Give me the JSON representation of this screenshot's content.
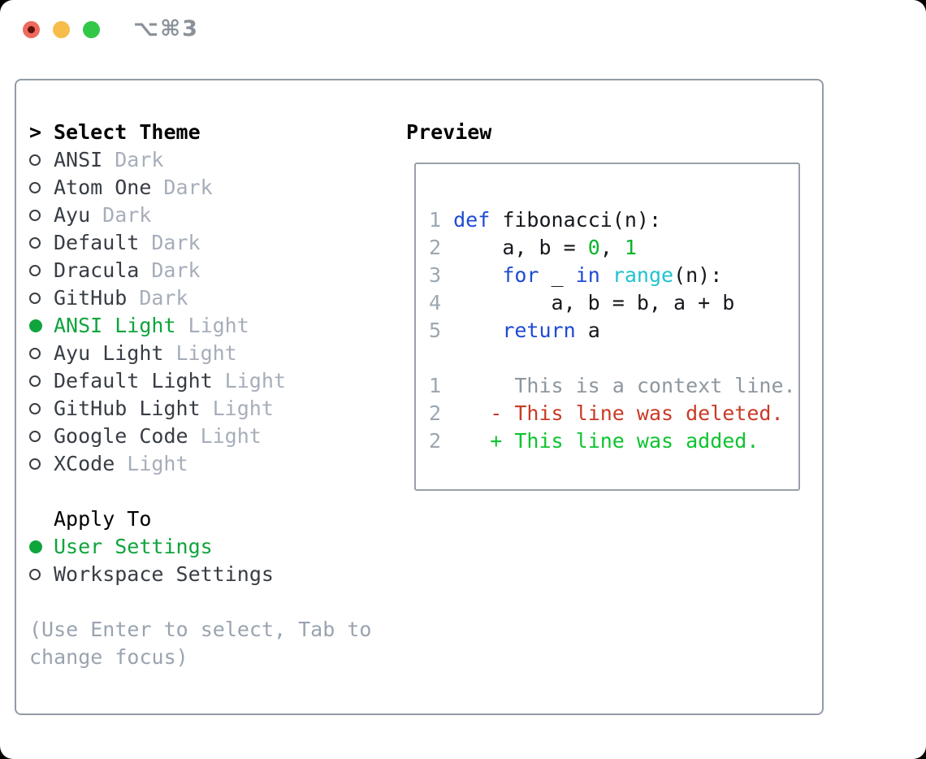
{
  "window": {
    "title_shortcut": "⌥⌘3"
  },
  "theme_list": {
    "prompt": ">",
    "heading": "Select Theme",
    "items": [
      {
        "name": "ANSI",
        "tag": "Dark",
        "selected": false
      },
      {
        "name": "Atom One",
        "tag": "Dark",
        "selected": false
      },
      {
        "name": "Ayu",
        "tag": "Dark",
        "selected": false
      },
      {
        "name": "Default",
        "tag": "Dark",
        "selected": false
      },
      {
        "name": "Dracula",
        "tag": "Dark",
        "selected": false
      },
      {
        "name": "GitHub",
        "tag": "Dark",
        "selected": false
      },
      {
        "name": "ANSI Light",
        "tag": "Light",
        "selected": true
      },
      {
        "name": "Ayu Light",
        "tag": "Light",
        "selected": false
      },
      {
        "name": "Default Light",
        "tag": "Light",
        "selected": false
      },
      {
        "name": "GitHub Light",
        "tag": "Light",
        "selected": false
      },
      {
        "name": "Google Code",
        "tag": "Light",
        "selected": false
      },
      {
        "name": "XCode",
        "tag": "Light",
        "selected": false
      }
    ]
  },
  "apply_to": {
    "heading": "Apply To",
    "options": [
      {
        "label": "User Settings",
        "selected": true
      },
      {
        "label": "Workspace Settings",
        "selected": false
      }
    ]
  },
  "footer_hint": "(Use Enter to select, Tab to change focus)",
  "preview": {
    "heading": "Preview",
    "lines": [
      [
        [
          "ln",
          "1"
        ],
        [
          "pl",
          " "
        ],
        [
          "kw",
          "def"
        ],
        [
          "pl",
          " fibonacci(n):"
        ]
      ],
      [
        [
          "ln",
          "2"
        ],
        [
          "pl",
          "     a, b = "
        ],
        [
          "lit",
          "0"
        ],
        [
          "pl",
          ", "
        ],
        [
          "lit",
          "1"
        ]
      ],
      [
        [
          "ln",
          "3"
        ],
        [
          "pl",
          "     "
        ],
        [
          "kw",
          "for"
        ],
        [
          "pl",
          " _ "
        ],
        [
          "kw",
          "in"
        ],
        [
          "pl",
          " "
        ],
        [
          "fn",
          "range"
        ],
        [
          "pl",
          "(n):"
        ]
      ],
      [
        [
          "ln",
          "4"
        ],
        [
          "pl",
          "         a, b = b, a + b"
        ]
      ],
      [
        [
          "ln",
          "5"
        ],
        [
          "pl",
          "     "
        ],
        [
          "kw",
          "return"
        ],
        [
          "pl",
          " a"
        ]
      ],
      [],
      [
        [
          "ln",
          "1"
        ],
        [
          "ctx",
          "      This is a context line."
        ]
      ],
      [
        [
          "ln",
          "2"
        ],
        [
          "pl",
          "    "
        ],
        [
          "del",
          "- This line was deleted."
        ]
      ],
      [
        [
          "ln",
          "2"
        ],
        [
          "pl",
          "    "
        ],
        [
          "add",
          "+ This line was added."
        ]
      ]
    ]
  },
  "colors": {
    "ui-green": "#0fa43c",
    "kw": "#1e4ad4",
    "fn": "#22c3cf",
    "lit": "#0ab42a",
    "add": "#0ec42f",
    "del": "#c93a27",
    "ctx": "#8e979f",
    "ln": "#9ca7b2",
    "tag": "#a6aeba",
    "item": "#383d45",
    "plain": "#15181d",
    "muted": "#9aa4b0",
    "panel-border": "#929ca8",
    "box-border": "#9aa0a8",
    "title-gray": "#8b9198",
    "tl-red": "#ef6a5e",
    "tl-red-dot": "#5e120b",
    "tl-yellow": "#f6bd4a",
    "tl-green": "#33c748"
  }
}
